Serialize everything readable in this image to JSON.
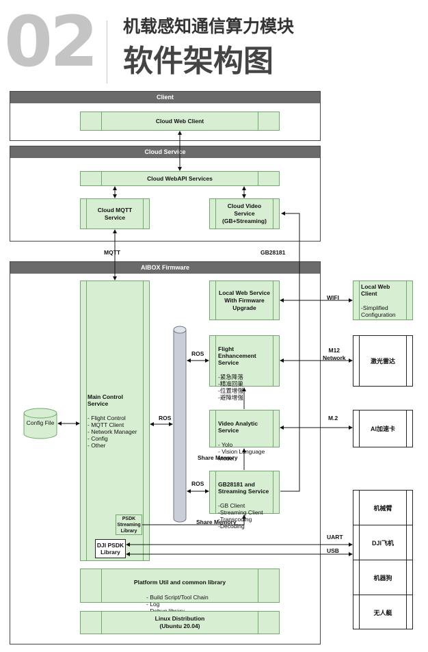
{
  "header": {
    "number": "02",
    "subtitle": "机载感知通信算力模块",
    "title": "软件架构图"
  },
  "client_group": {
    "title": "Client",
    "cloud_web_client": "Cloud Web Client"
  },
  "cloud_group": {
    "title": "Cloud Service",
    "webapi": "Cloud WebAPI Services",
    "mqtt": "Cloud MQTT\nService",
    "video": "Cloud Video\nService\n(GB+Streaming)"
  },
  "labels": {
    "mqtt": "MQTT",
    "gb28181": "GB28181",
    "wifi": "WIFI",
    "m12": "M12\nNetwork",
    "m2": "M.2",
    "ros1": "ROS",
    "ros2": "ROS",
    "ros3": "ROS",
    "share_memory_1": "Share Memory",
    "share_memory_2": "Share Memory",
    "uart": "UART",
    "usb": "USB"
  },
  "aibox": {
    "title": "AIBOX Firmware",
    "config_file": "Config File",
    "main_control_title": "Main Control\nService",
    "main_control_items": "- Flight Control\n- MQTT Client\n- Network Manager\n- Config\n- Other",
    "local_web": "Local Web Service\nWith Firmware\nUpgrade",
    "flight_title": "Flight\nEnhancement\nService",
    "flight_items": "-紧急降落\n-精准回巢\n-位置增强\n-避障增强",
    "video_title": "Video Analytic\nService",
    "video_items": "- Yolo\n- Vision Language\nModel",
    "gb_title": "GB28181 and\nStreaming Service",
    "gb_items": "-GB Client\n-Streaming Client\n-Transcoding\n-Decoding",
    "psdk_streaming": "PSDK\nStreaming\nLibrary",
    "dji_psdk": "DJI PSDK\nLibrary",
    "platform_title": "Platform Util and common library",
    "platform_items": "- Build Script/Tool Chain\n- Log\n- Debug library\n- Health monitor/watchdog",
    "linux": "Linux Distribution\n(Ubuntu 20.04)"
  },
  "external": {
    "local_web_client_title": "Local Web\nClient",
    "local_web_client_items": "-Simplified\nConfiguration",
    "lidar": "激光雷达",
    "ai_card": "AI加速卡",
    "devices": [
      "机械臂",
      "DJI飞机",
      "机器狗",
      "无人艇"
    ]
  },
  "colors": {
    "green_fill": "#d8eed3",
    "green_border": "#6fa86a",
    "group_bar": "#6b6b6b",
    "header_number": "#c4c4c4"
  }
}
